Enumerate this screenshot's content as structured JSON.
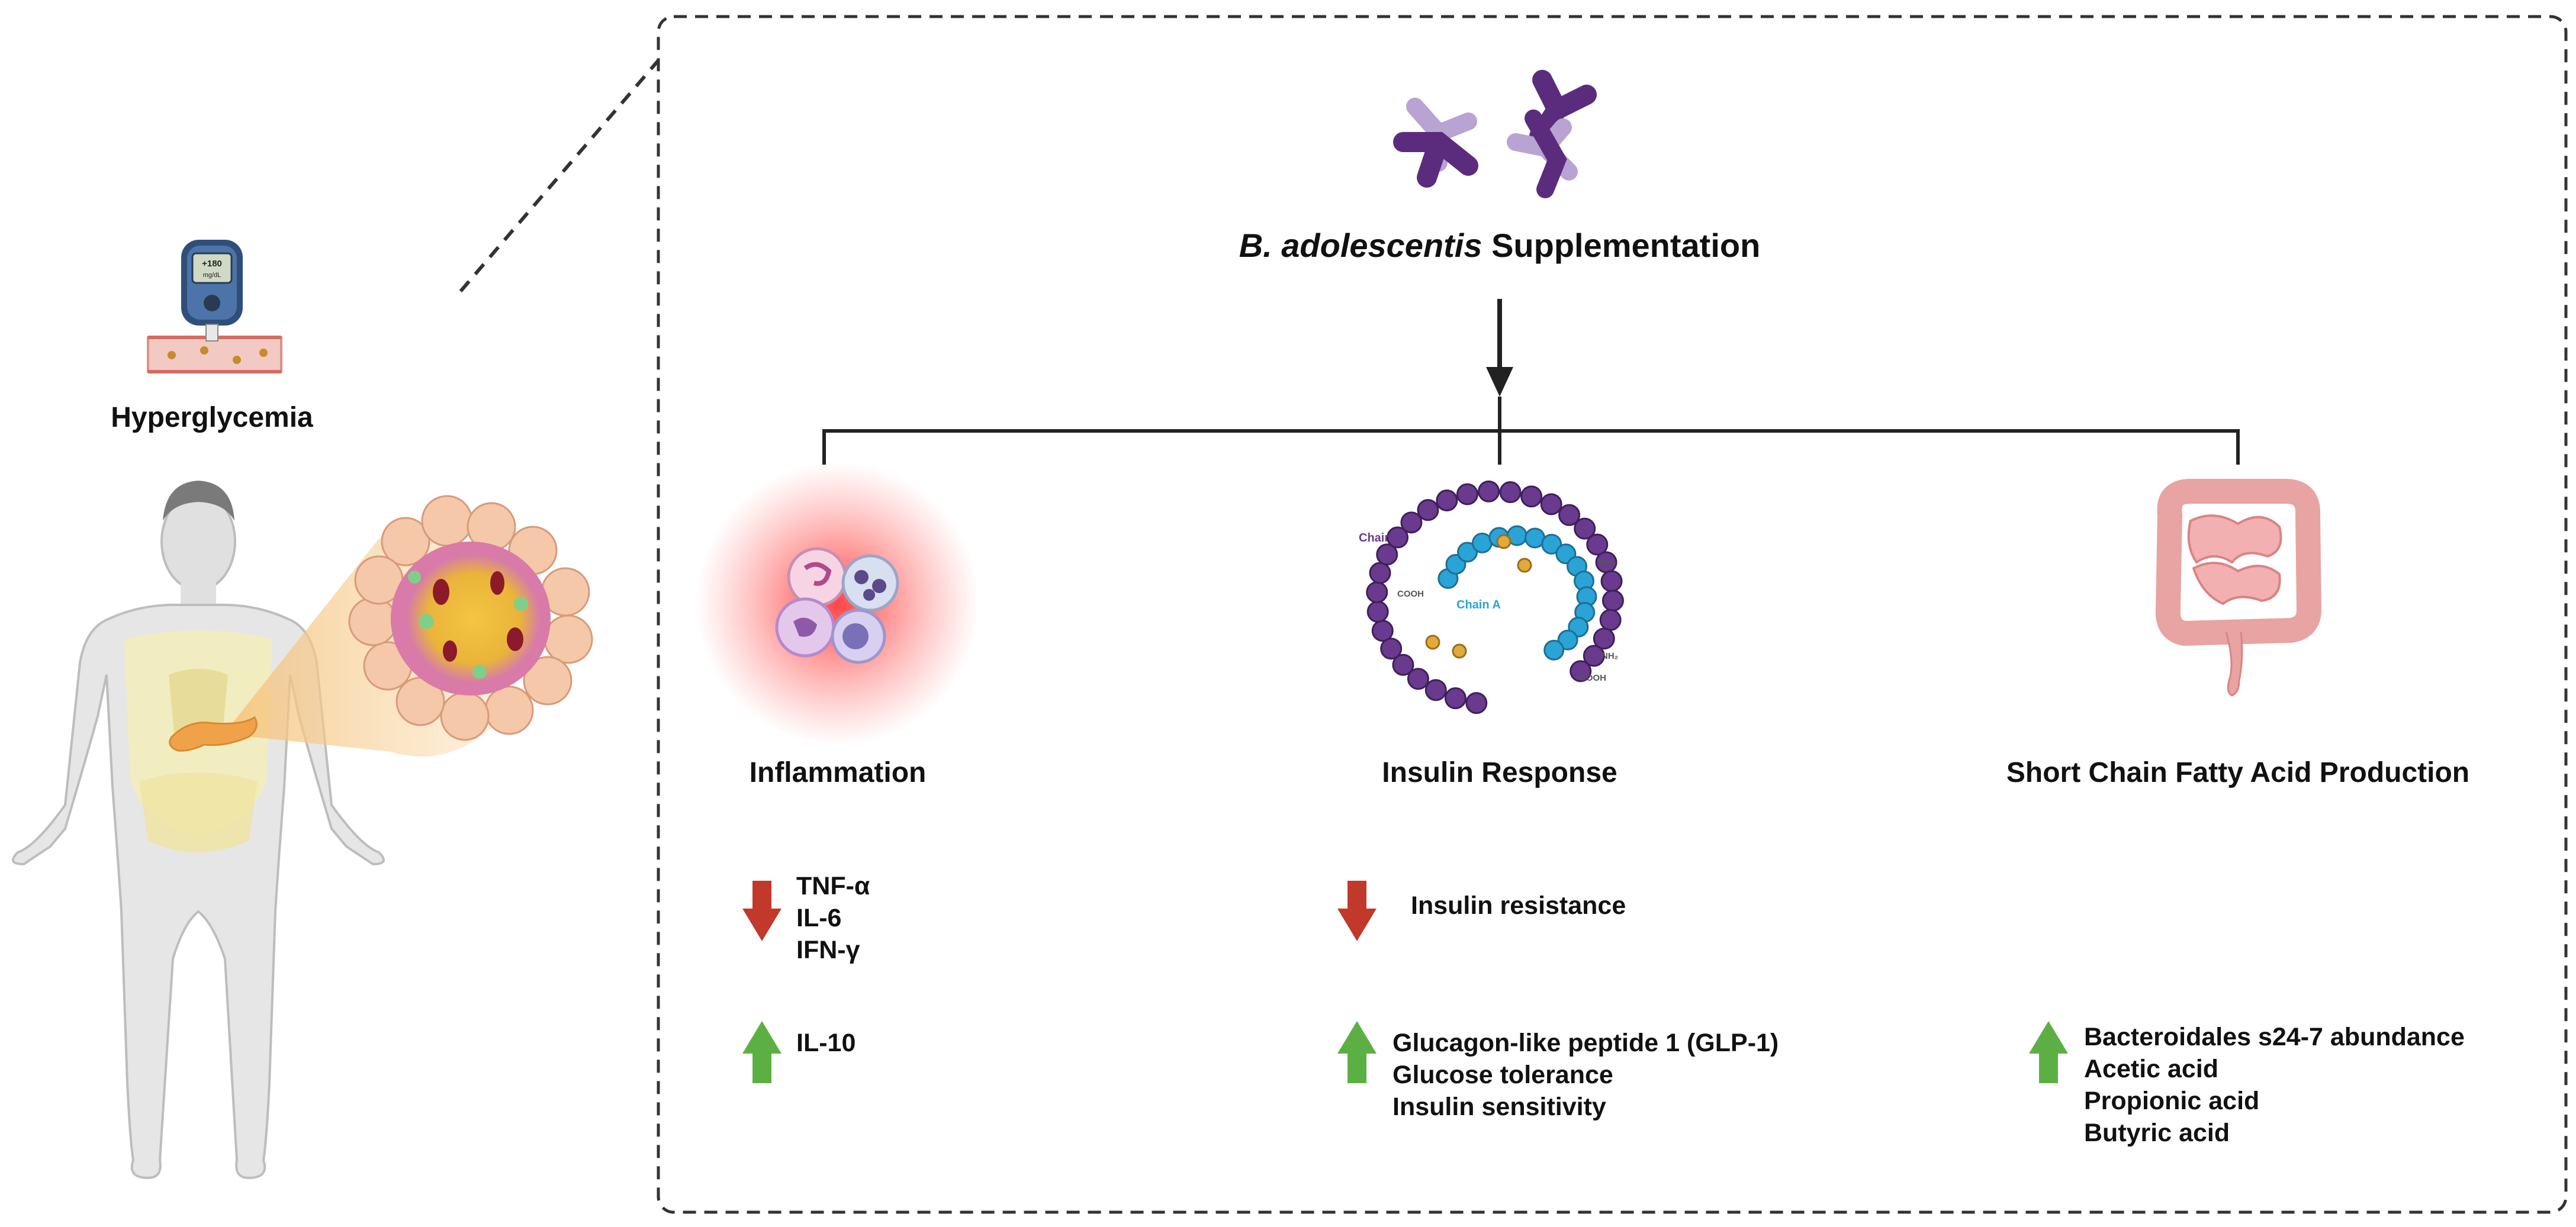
{
  "left_panel": {
    "label": "Hyperglycemia",
    "glucometer": {
      "reading_value": "+180",
      "reading_unit": "mg/dL"
    }
  },
  "main": {
    "intervention": {
      "species": "B. adolescentis",
      "rest": " Supplementation"
    },
    "branches": [
      {
        "title": "Inflammation",
        "decreased": [
          "TNF-α",
          "IL-6",
          "IFN-γ"
        ],
        "increased": [
          "IL-10"
        ]
      },
      {
        "title": "Insulin Response",
        "decreased": [
          "Insulin resistance"
        ],
        "increased": [
          "Glucagon-like peptide 1 (GLP-1)",
          "Glucose tolerance",
          "Insulin sensitivity"
        ]
      },
      {
        "title": "Short Chain Fatty Acid Production",
        "decreased": [],
        "increased": [
          "Bacteroidales s24-7 abundance",
          "Acetic acid",
          "Propionic acid",
          "Butyric acid"
        ]
      }
    ],
    "insulin_labels": {
      "chain_b": "Chain B",
      "chain_a": "Chain A",
      "cooh_1": "COOH",
      "cooh_2": "COOH",
      "nh2_1": "NH₂",
      "nh2_2": "NH₂"
    }
  },
  "icons": [
    "glucometer-icon",
    "human-body-icon",
    "pancreas-icon",
    "pancreatic-islet-icon",
    "bacteria-icon",
    "immune-cells-icon",
    "insulin-molecule-icon",
    "intestine-icon",
    "down-arrow-icon",
    "up-arrow-icon"
  ],
  "colors": {
    "decrease_arrow": "#c0392b",
    "increase_arrow": "#5cb043",
    "bacteria": "#5b2c7d",
    "insulin_chain_b": "#6a3a8e",
    "insulin_chain_a": "#2aa3d6",
    "inflammation_glow": "#ff4d4d",
    "intestine": "#e89a9a"
  }
}
